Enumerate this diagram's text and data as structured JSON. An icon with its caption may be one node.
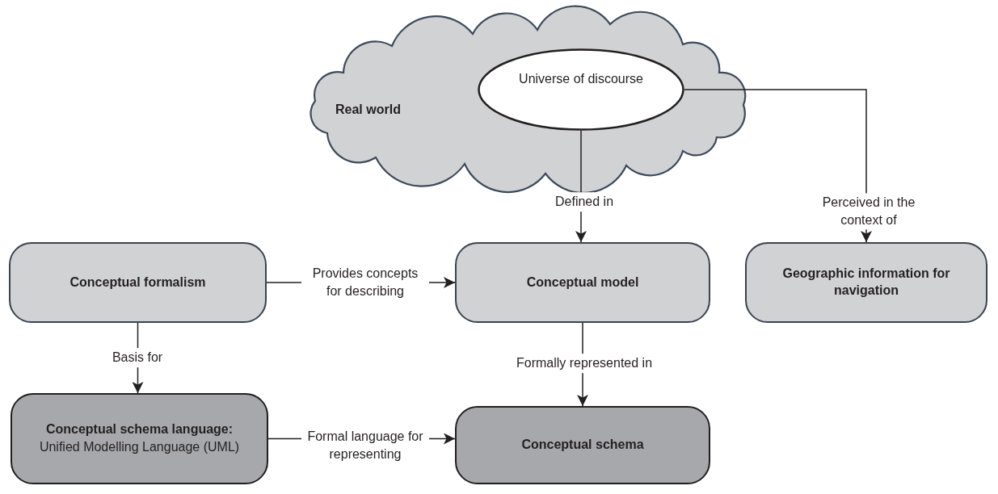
{
  "diagram": {
    "nodes": [
      {
        "text": [
          "Real world"
        ]
      },
      {
        "text": [
          "Universe of discourse"
        ],
        "in": 0
      },
      {
        "text": [
          "Conceptual formalism"
        ]
      },
      {
        "text": [
          "Conceptual model"
        ]
      },
      {
        "text": [
          "Geographic information for navigation"
        ]
      },
      {
        "text": [
          "Conceptual schema language:",
          "Unified Modelling Language (UML)"
        ]
      },
      {
        "text": [
          "Conceptual schema"
        ]
      }
    ],
    "edges": [
      {
        "from": 1,
        "to": 3,
        "arrow": "to",
        "label": "Defined in"
      },
      {
        "from": 1,
        "to": 4,
        "arrow": "to",
        "label": "Perceived in the context of"
      },
      {
        "from": 2,
        "to": 3,
        "arrow": "to",
        "label": "Provides concepts for describing"
      },
      {
        "from": 2,
        "to": 5,
        "arrow": "to",
        "label": "Basis for"
      },
      {
        "from": 3,
        "to": 6,
        "arrow": "to",
        "label": "Formally represented in"
      },
      {
        "from": 5,
        "to": 6,
        "arrow": "to",
        "label": "Formal language for representing"
      }
    ]
  }
}
